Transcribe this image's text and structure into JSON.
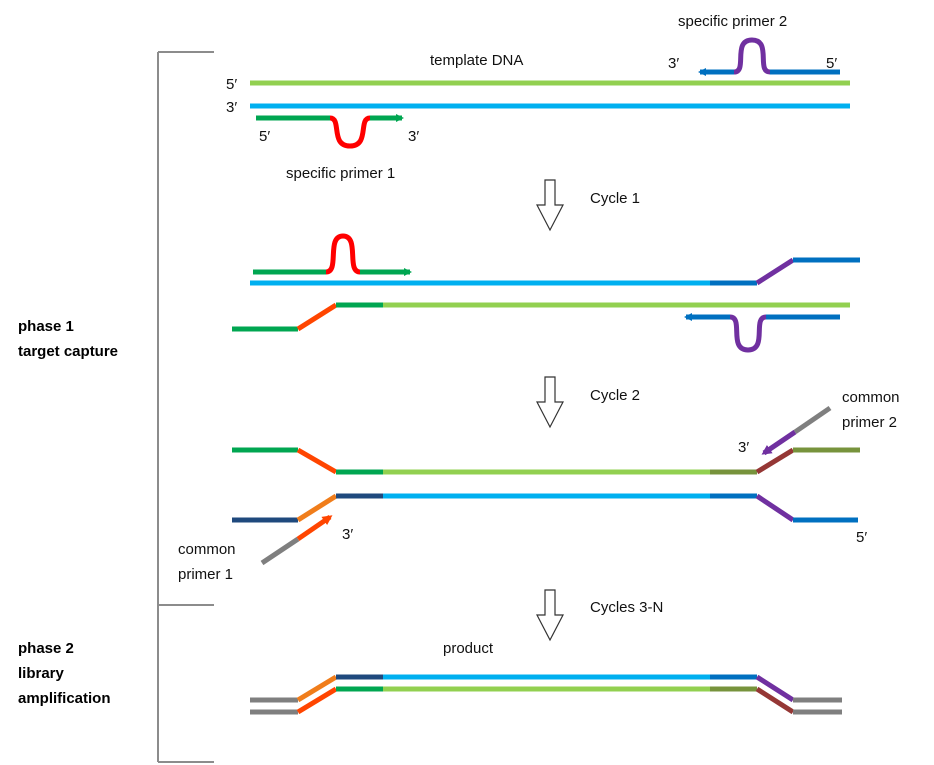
{
  "phases": [
    {
      "line1": "phase 1",
      "line2": "target capture"
    },
    {
      "line1": "phase 2",
      "line2": "library",
      "line3": "amplification"
    }
  ],
  "labels": {
    "template": "template DNA",
    "specific_primer_1": "specific primer 1",
    "specific_primer_2": "specific primer 2",
    "common_primer_1_line1": "common",
    "common_primer_1_line2": "primer 1",
    "common_primer_2_line1": "common",
    "common_primer_2_line2": "primer 2",
    "product": "product",
    "five_prime": "5′",
    "three_prime": "3′"
  },
  "steps": [
    "Cycle 1",
    "Cycle 2",
    "Cycles 3-N"
  ],
  "colors": {
    "template_top": "#92d050",
    "template_bottom": "#00b0f0",
    "primer1_green": "#00a651",
    "primer1_loop": "#ff0000",
    "primer2_blue": "#0070c0",
    "primer2_loop": "#7030a0",
    "adapter_red": "#ff4500",
    "adapter_orange": "#f07d1b",
    "adapter_navy": "#1f497d",
    "adapter_olive": "#77933c",
    "adapter_brown": "#953735",
    "common_gray": "#7f7f7f"
  }
}
